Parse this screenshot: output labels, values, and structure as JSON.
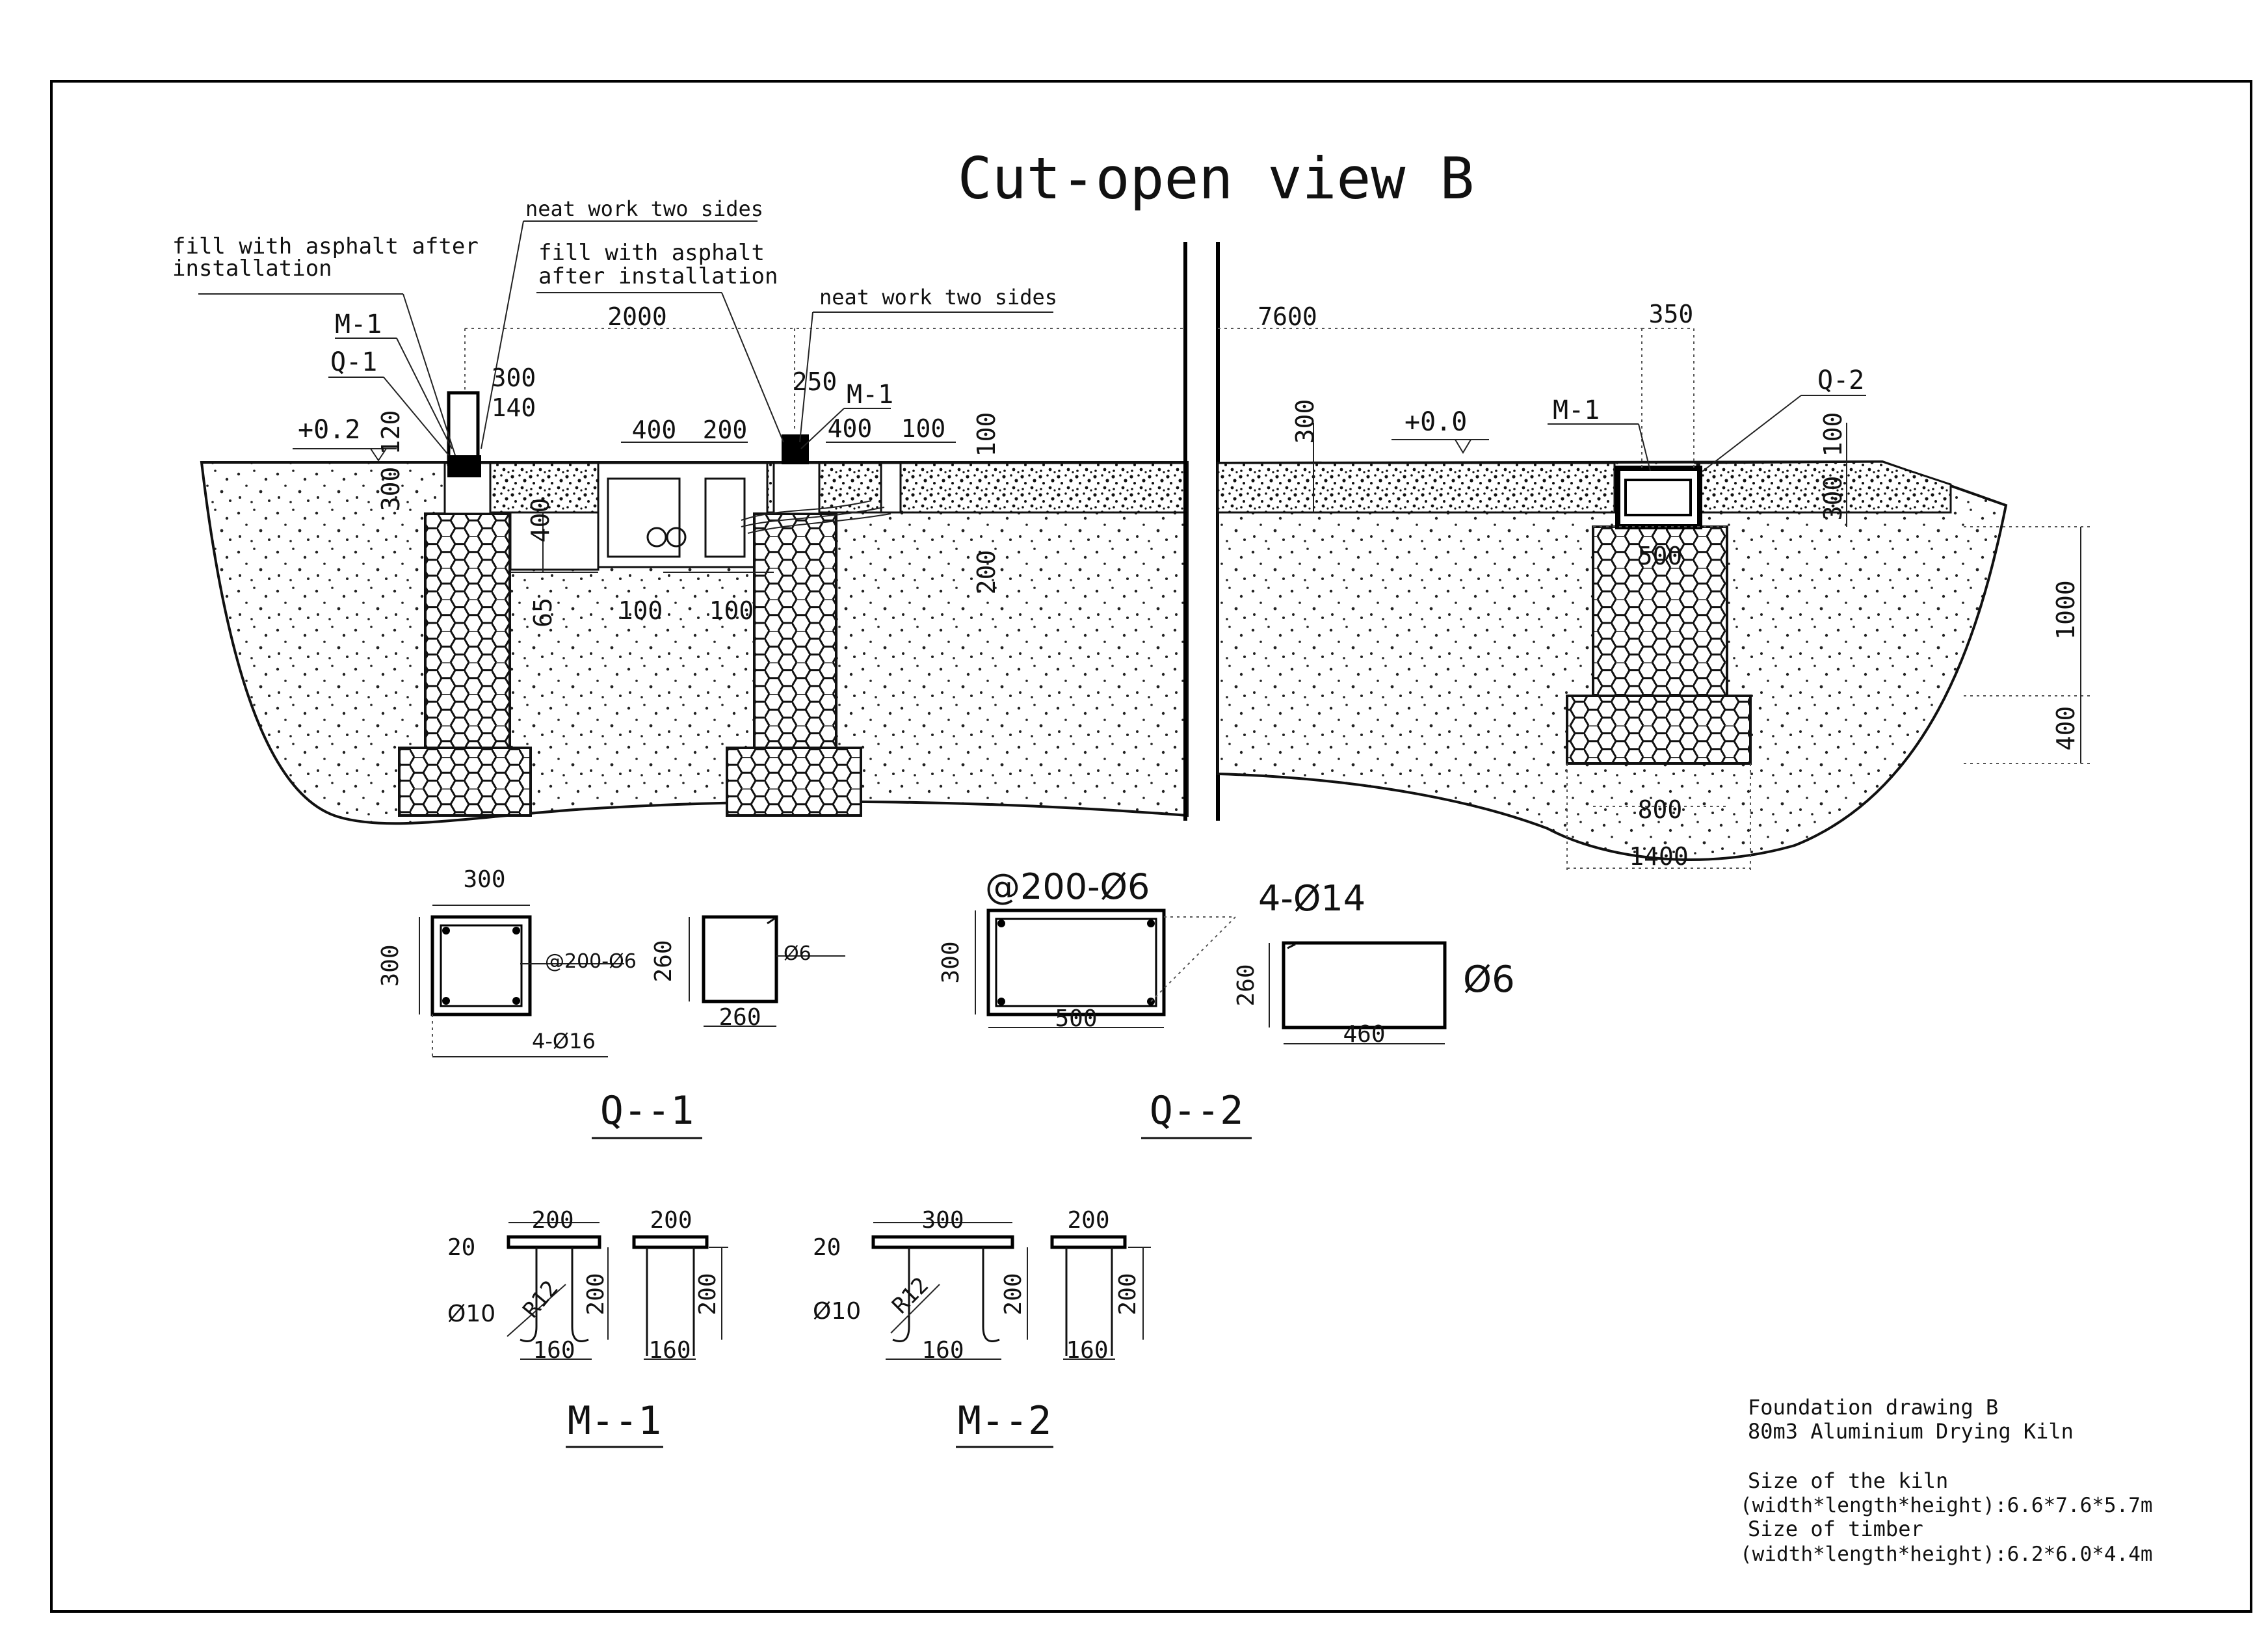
{
  "title": "Cut-open view B",
  "callouts": {
    "fill_asphalt_left": [
      "fill with asphalt after",
      "installation"
    ],
    "neat_work_top": "neat work two sides",
    "fill_asphalt_mid": [
      "fill with asphalt",
      "after installation"
    ],
    "neat_work_mid": "neat work two sides"
  },
  "labels": {
    "m1_left": "M-1",
    "q1_left": "Q-1",
    "m1_mid": "M-1",
    "m1_right": "M-1",
    "q2_right": "Q-2",
    "level_left": "+0.2",
    "level_right": "+0.0"
  },
  "dims": {
    "d2000": "2000",
    "d7600": "7600",
    "d350": "350",
    "d300a": "300",
    "d140": "140",
    "d120": "120",
    "d300b": "300",
    "d250": "250",
    "d400a": "400",
    "d100a": "100",
    "d100b": "100",
    "d400b": "400",
    "d200a": "200",
    "d400c": "400",
    "d65": "65",
    "d100c": "100",
    "d100d": "100",
    "d200b": "200",
    "d300c": "300",
    "d100e": "100",
    "d300d": "300",
    "d500": "500",
    "d1000": "1000",
    "d400d": "400",
    "d800": "800",
    "d1400": "1400"
  },
  "sections": {
    "q1": {
      "name": "Q--1",
      "a_w": "300",
      "a_h": "300",
      "a_bar": "@200-Ø6",
      "a_main": "4-Ø16",
      "b_h": "260",
      "b_w": "260",
      "b_bar": "Ø6"
    },
    "q2": {
      "name": "Q--2",
      "a_bar": "@200-Ø6",
      "a_main": "4-Ø14",
      "a_h": "300",
      "a_w": "500",
      "b_h": "260",
      "b_w": "460",
      "b_bar": "Ø6"
    },
    "m1": {
      "name": "M--1",
      "w1": "200",
      "t": "20",
      "dia": "Ø10",
      "r": "R12",
      "h1": "200",
      "b1": "160",
      "w2": "200",
      "h2": "200",
      "b2": "160"
    },
    "m2": {
      "name": "M--2",
      "w1": "300",
      "t": "20",
      "dia": "Ø10",
      "r": "R12",
      "h1": "200",
      "b1": "160",
      "w2": "200",
      "h2": "200",
      "b2": "160"
    }
  },
  "info": {
    "line1": "Foundation drawing B",
    "line2": "80m3 Aluminium Drying Kiln",
    "line3": "Size of the kiln",
    "line4": "(width*length*height):6.6*7.6*5.7m",
    "line5": "Size of timber",
    "line6": "(width*length*height):6.2*6.0*4.4m"
  }
}
